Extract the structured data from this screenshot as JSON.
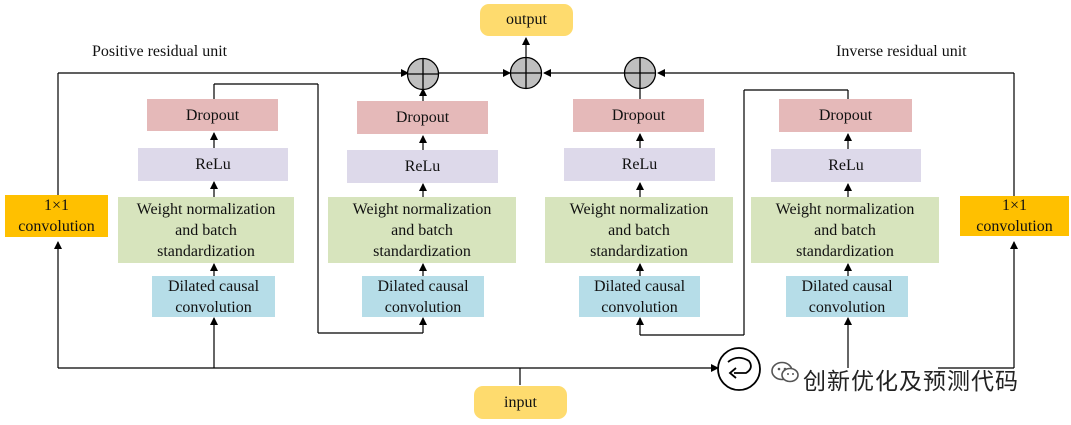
{
  "io": {
    "output": "output",
    "input": "input"
  },
  "labels": {
    "positive_unit": "Positive residual unit",
    "inverse_unit": "Inverse residual unit"
  },
  "conv1x1": {
    "line1": "1×1",
    "line2": "convolution"
  },
  "block": {
    "dropout": "Dropout",
    "relu": "ReLu",
    "wn": [
      "Weight normalization",
      "and batch",
      "standardization"
    ],
    "dcc": [
      "Dilated causal",
      "convolution"
    ]
  },
  "watermark": "创新优化及预测代码",
  "colors": {
    "dropout": "#e5b9b9",
    "relu": "#ddd9ea",
    "weight_norm": "#d7e4bd",
    "dilated_conv": "#b6dde8",
    "conv_1x1": "#ffc000",
    "io": "#fedb6e",
    "adder": "#bfbfbf"
  },
  "icons": [
    "adder-circle-plus-icon",
    "reverse-arrow-icon",
    "wechat-icon"
  ]
}
